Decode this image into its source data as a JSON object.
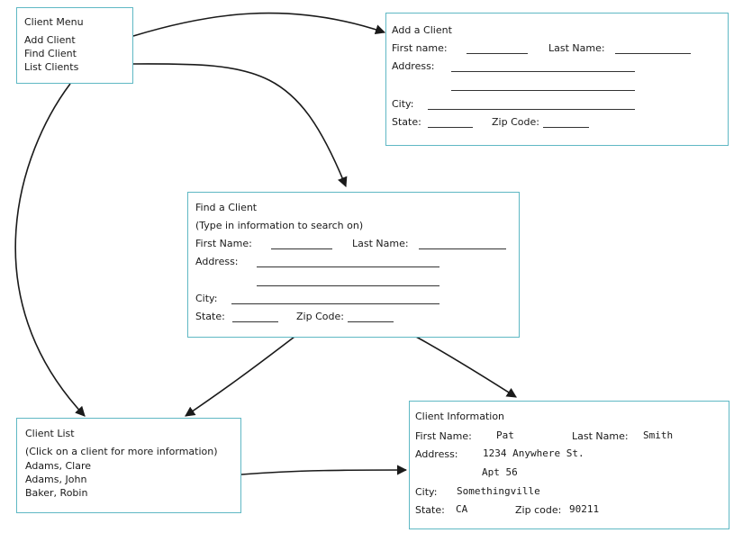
{
  "client_menu": {
    "title": "Client Menu",
    "items": [
      "Add Client",
      "Find Client",
      "List Clients"
    ]
  },
  "add_client": {
    "title": "Add a Client",
    "first_name_label": "First name:",
    "last_name_label": "Last Name:",
    "address_label": "Address:",
    "city_label": "City:",
    "state_label": "State:",
    "zip_label": "Zip Code:"
  },
  "find_client": {
    "title": "Find a Client",
    "subtitle": "(Type in information to search on)",
    "first_name_label": "First Name:",
    "last_name_label": "Last Name:",
    "address_label": "Address:",
    "city_label": "City:",
    "state_label": "State:",
    "zip_label": "Zip Code:"
  },
  "client_list": {
    "title": "Client List",
    "subtitle": "(Click on a client for more information)",
    "clients": [
      "Adams, Clare",
      "Adams, John",
      "Baker, Robin"
    ]
  },
  "client_info": {
    "title": "Client Information",
    "first_name_label": "First Name:",
    "first_name": "Pat",
    "last_name_label": "Last Name:",
    "last_name": "Smith",
    "address_label": "Address:",
    "address_line1": "1234 Anywhere St.",
    "address_line2": "Apt 56",
    "city_label": "City:",
    "city": "Somethingville",
    "state_label": "State:",
    "state": "CA",
    "zip_label": "Zip code:",
    "zip": "90211"
  },
  "colors": {
    "panel_border": "#5fb8c4",
    "arrow": "#1a1a1a"
  }
}
